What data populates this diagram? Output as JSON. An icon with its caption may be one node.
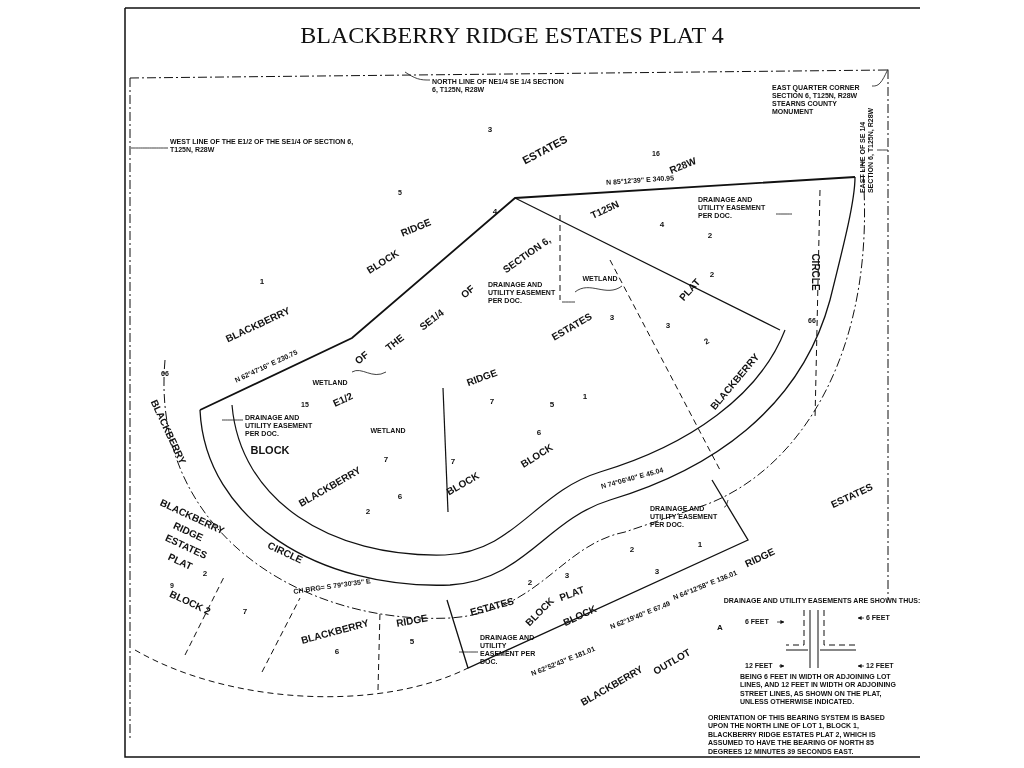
{
  "diagram": {
    "title": "BLACKBERRY RIDGE ESTATES PLAT 4",
    "nodes": [
      {
        "text": [
          "NORTH LINE OF NE1/4 SE 1/4 SECTION 6, T125N, R28W"
        ]
      },
      {
        "text": [
          "WEST LINE OF THE E1/2 OF THE SE1/4 OF SECTION 6, T125N, R28W"
        ]
      },
      {
        "text": [
          "EAST QUARTER CORNER SECTION 6, T125N, R28W STEARNS COUNTY MONUMENT"
        ]
      },
      {
        "text": [
          "EAST LINE OF SE 1/4 SECTION 6, T125N, R28W"
        ]
      },
      {
        "text": [
          "DRAINAGE AND UTILITY EASEMENT PER DOC."
        ]
      },
      {
        "text": [
          "DRAINAGE AND UTILITY EASEMENT PER DOC."
        ]
      },
      {
        "text": [
          "DRAINAGE AND UTILITY EASEMENT PER DOC."
        ]
      },
      {
        "text": [
          "DRAINAGE AND UTILITY EASEMENT PER DOC."
        ]
      },
      {
        "text": [
          "DRAINAGE AND UTILITY EASEMENT PER DOC."
        ]
      },
      {
        "text": [
          "6 FEET"
        ]
      },
      {
        "text": [
          "6 FEET"
        ]
      },
      {
        "text": [
          "12 FEET"
        ]
      },
      {
        "text": [
          "12 FEET"
        ]
      },
      {
        "text": [],
        "shape": "picture"
      }
    ],
    "edges": [
      {
        "from": 0,
        "to": null,
        "arrow": "none"
      },
      {
        "from": 1,
        "to": null,
        "arrow": "none"
      },
      {
        "from": 2,
        "to": null,
        "arrow": "none"
      },
      {
        "from": 3,
        "to": null,
        "arrow": "none"
      },
      {
        "from": 4,
        "to": null,
        "arrow": "none"
      },
      {
        "from": 5,
        "to": null,
        "arrow": "none"
      },
      {
        "from": 6,
        "to": null,
        "arrow": "none"
      },
      {
        "from": 7,
        "to": null,
        "arrow": "none"
      },
      {
        "from": 8,
        "to": null,
        "arrow": "none"
      },
      {
        "from": 9,
        "to": 13,
        "arrow": "to"
      },
      {
        "from": 10,
        "to": 13,
        "arrow": "to"
      },
      {
        "from": 11,
        "to": 13,
        "arrow": "to"
      },
      {
        "from": 12,
        "to": 13,
        "arrow": "to"
      }
    ],
    "labels": [
      "3",
      "ESTATES",
      "16",
      "R28W",
      "5",
      "4",
      "T125N",
      "N 85°12'39\" E 340.95",
      "RIDGE",
      "BLOCK",
      "1",
      "SECTION 6,",
      "4",
      "2",
      "WETLAND",
      "PLAT",
      "2",
      "CIRCLE",
      "66",
      "BLACKBERRY",
      "OF",
      "ESTATES",
      "3",
      "3",
      "2",
      "N 62°47'16\" E 230.75",
      "SE1/4",
      "THE",
      "OF",
      "E1/2",
      "WETLAND",
      "RIDGE",
      "5",
      "1",
      "66",
      "15",
      "BLOCK",
      "BLACKBERRY",
      "6",
      "7",
      "7",
      "BLACKBERRY",
      "WETLAND",
      "BLACKBERRY",
      "7",
      "6",
      "2",
      "BLOCK",
      "BLOCK",
      "N 74°06'40\" E 45.04",
      "BLACKBERRY",
      "RIDGE",
      "ESTATES",
      "PLAT",
      "2",
      "CIRCLE",
      "9",
      "BLOCK 2",
      "CH BRG= S 79°30'35\" E",
      "7",
      "ESTATES",
      "BLOCK",
      "PLAT",
      "BLOCK",
      "2",
      "3",
      "2",
      "3",
      "1",
      "ESTATES",
      "RIDGE",
      "BLACKBERRY",
      "6",
      "RIDGE",
      "5",
      "N 62°19'40\" E 67.49",
      "N 64°12'58\" E 136.01",
      "N 62°52'43\" E 181.01",
      "A",
      "BLACKBERRY",
      "OUTLOT",
      "DRAINAGE AND UTILITY EASEMENTS ARE SHOWN THUS:",
      "BEING 6 FEET IN WIDTH OR ADJOINING LOT LINES, AND 12 FEET IN WIDTH OR ADJOINING STREET LINES, AS SHOWN ON THE PLAT, UNLESS OTHERWISE INDICATED.",
      "ORIENTATION OF THIS BEARING SYSTEM IS BASED UPON THE NORTH LINE OF LOT 1, BLOCK 1, BLACKBERRY RIDGE ESTATES PLAT 2, WHICH IS ASSUMED TO HAVE THE BEARING OF NORTH 85 DEGREES 12 MINUTES 39 SECONDS EAST."
    ]
  }
}
